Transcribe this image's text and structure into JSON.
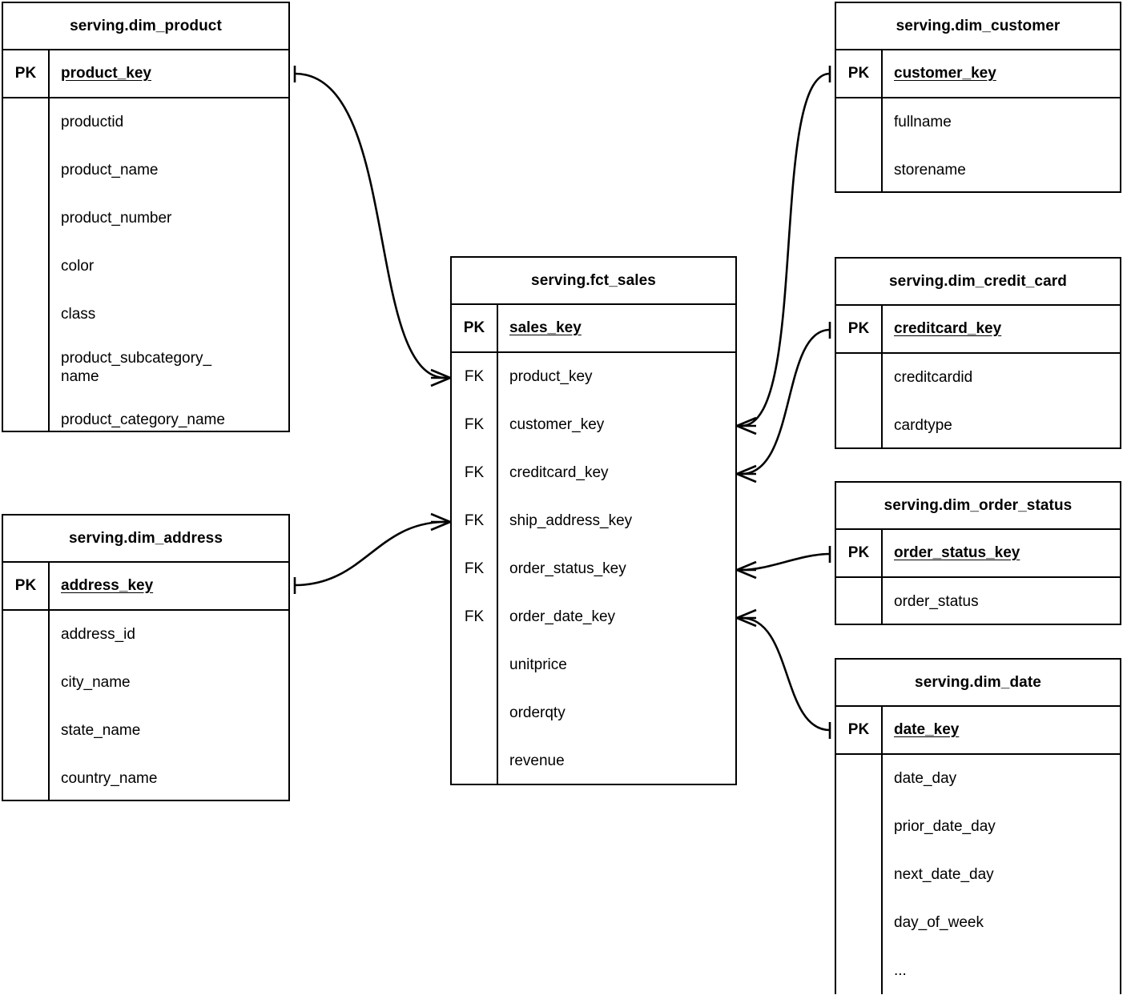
{
  "diagram": {
    "type": "entity-relationship-diagram",
    "notation": "crow's-foot",
    "background": "#ffffff",
    "line_color": "#000000"
  },
  "labels": {
    "pk": "PK",
    "fk": "FK"
  },
  "entities": {
    "dim_product": {
      "title": "serving.dim_product",
      "pk": {
        "tag": "PK",
        "name": "product_key"
      },
      "attributes": [
        "productid",
        "product_name",
        "product_number",
        "color",
        "class",
        "product_subcategory_\nname",
        "product_category_name"
      ]
    },
    "dim_address": {
      "title": "serving.dim_address",
      "pk": {
        "tag": "PK",
        "name": "address_key"
      },
      "attributes": [
        "address_id",
        "city_name",
        "state_name",
        "country_name"
      ]
    },
    "fct_sales": {
      "title": "serving.fct_sales",
      "pk": {
        "tag": "PK",
        "name": "sales_key"
      },
      "columns": [
        {
          "tag": "FK",
          "name": "product_key"
        },
        {
          "tag": "FK",
          "name": "customer_key"
        },
        {
          "tag": "FK",
          "name": "creditcard_key"
        },
        {
          "tag": "FK",
          "name": "ship_address_key"
        },
        {
          "tag": "FK",
          "name": "order_status_key"
        },
        {
          "tag": "FK",
          "name": "order_date_key"
        },
        {
          "tag": "",
          "name": "unitprice"
        },
        {
          "tag": "",
          "name": "orderqty"
        },
        {
          "tag": "",
          "name": "revenue"
        }
      ]
    },
    "dim_customer": {
      "title": "serving.dim_customer",
      "pk": {
        "tag": "PK",
        "name": "customer_key"
      },
      "attributes": [
        "fullname",
        "storename"
      ]
    },
    "dim_credit_card": {
      "title": "serving.dim_credit_card",
      "pk": {
        "tag": "PK",
        "name": "creditcard_key"
      },
      "attributes": [
        "creditcardid",
        "cardtype"
      ]
    },
    "dim_order_status": {
      "title": "serving.dim_order_status",
      "pk": {
        "tag": "PK",
        "name": "order_status_key"
      },
      "attributes": [
        "order_status"
      ]
    },
    "dim_date": {
      "title": "serving.dim_date",
      "pk": {
        "tag": "PK",
        "name": "date_key"
      },
      "attributes": [
        "date_day",
        "prior_date_day",
        "next_date_day",
        "day_of_week",
        "..."
      ]
    }
  },
  "relationships": [
    {
      "from": "dim_product.product_key",
      "to": "fct_sales.product_key",
      "from_card": "one",
      "to_card": "many"
    },
    {
      "from": "dim_address.address_key",
      "to": "fct_sales.ship_address_key",
      "from_card": "one",
      "to_card": "many"
    },
    {
      "from": "dim_customer.customer_key",
      "to": "fct_sales.customer_key",
      "from_card": "one",
      "to_card": "many"
    },
    {
      "from": "dim_credit_card.creditcard_key",
      "to": "fct_sales.creditcard_key",
      "from_card": "one",
      "to_card": "many"
    },
    {
      "from": "dim_order_status.order_status_key",
      "to": "fct_sales.order_status_key",
      "from_card": "one",
      "to_card": "many"
    },
    {
      "from": "dim_date.date_key",
      "to": "fct_sales.order_date_key",
      "from_card": "one",
      "to_card": "many"
    }
  ]
}
